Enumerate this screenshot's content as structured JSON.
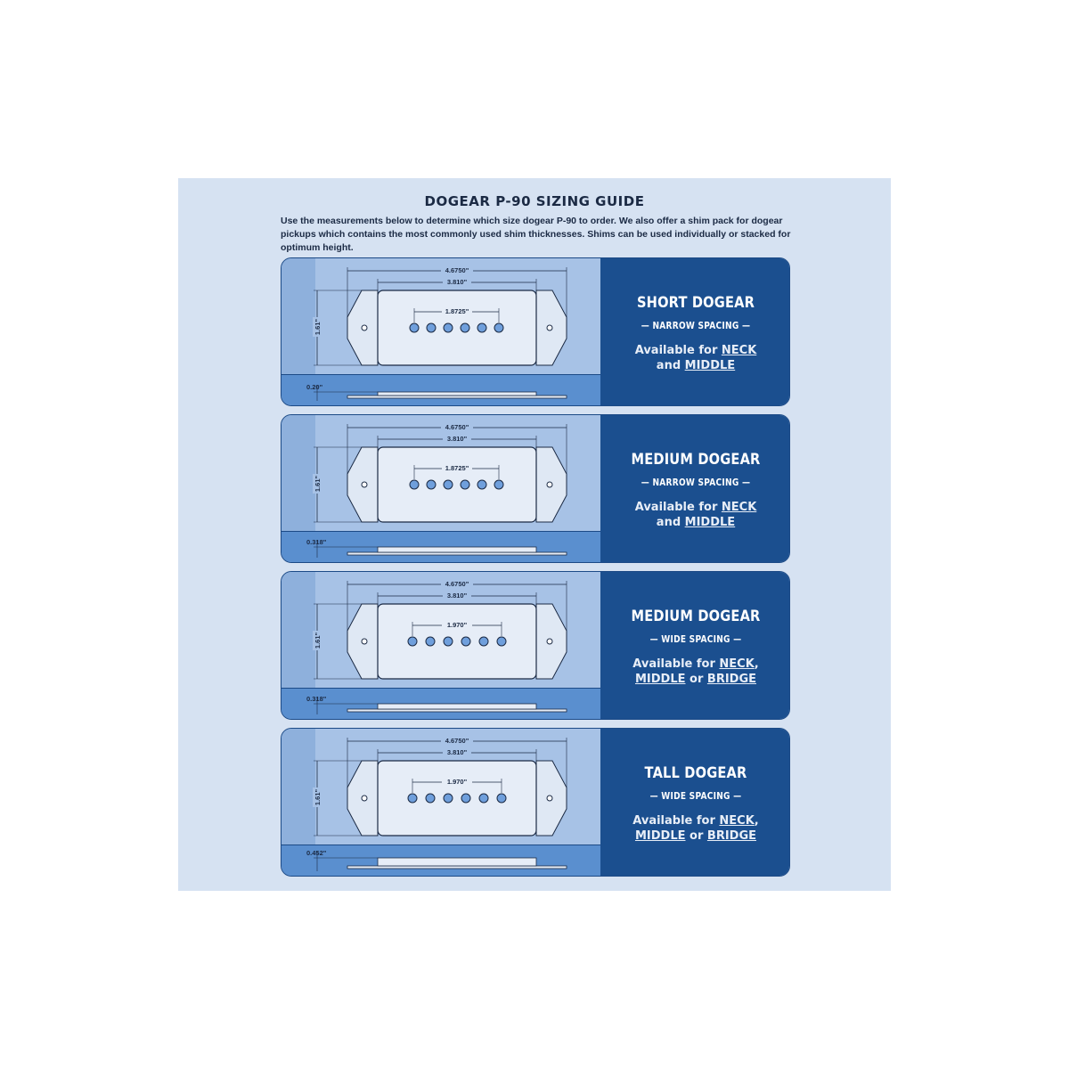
{
  "title": "DOGEAR P-90 SIZING GUIDE",
  "intro": "Use the measurements below to determine which size dogear P-90 to order. We also offer a shim pack for dogear pickups which contains the most commonly used shim thicknesses. Shims can be used individually or stacked for optimum height.",
  "cards": [
    {
      "name": "SHORT DOGEAR",
      "spacing": "— NARROW SPACING —",
      "avail_pre": "Available for ",
      "avail_1": "NECK",
      "avail_mid": "and ",
      "avail_2": "MIDDLE",
      "avail_sep": "",
      "avail_3": "",
      "overall": "4.6750\"",
      "body": "3.810\"",
      "pole": "1.8725\"",
      "height": "1.61\"",
      "shim": "0.20\""
    },
    {
      "name": "MEDIUM DOGEAR",
      "spacing": "— NARROW SPACING —",
      "avail_pre": "Available for ",
      "avail_1": "NECK",
      "avail_mid": "and ",
      "avail_2": "MIDDLE",
      "avail_sep": "",
      "avail_3": "",
      "overall": "4.6750\"",
      "body": "3.810\"",
      "pole": "1.8725\"",
      "height": "1.61\"",
      "shim": "0.318\""
    },
    {
      "name": "MEDIUM DOGEAR",
      "spacing": "— WIDE SPACING —",
      "avail_pre": "Available for ",
      "avail_1": "NECK",
      "avail_mid": "",
      "avail_2": "MIDDLE",
      "avail_sep": " or ",
      "avail_3": "BRIDGE",
      "overall": "4.6750\"",
      "body": "3.810\"",
      "pole": "1.970\"",
      "height": "1.61\"",
      "shim": "0.318\""
    },
    {
      "name": "TALL DOGEAR",
      "spacing": "— WIDE SPACING —",
      "avail_pre": "Available for ",
      "avail_1": "NECK",
      "avail_mid": "",
      "avail_2": "MIDDLE",
      "avail_sep": " or ",
      "avail_3": "BRIDGE",
      "overall": "4.6750\"",
      "body": "3.810\"",
      "pole": "1.970\"",
      "height": "1.61\"",
      "shim": "0.452\""
    }
  ]
}
